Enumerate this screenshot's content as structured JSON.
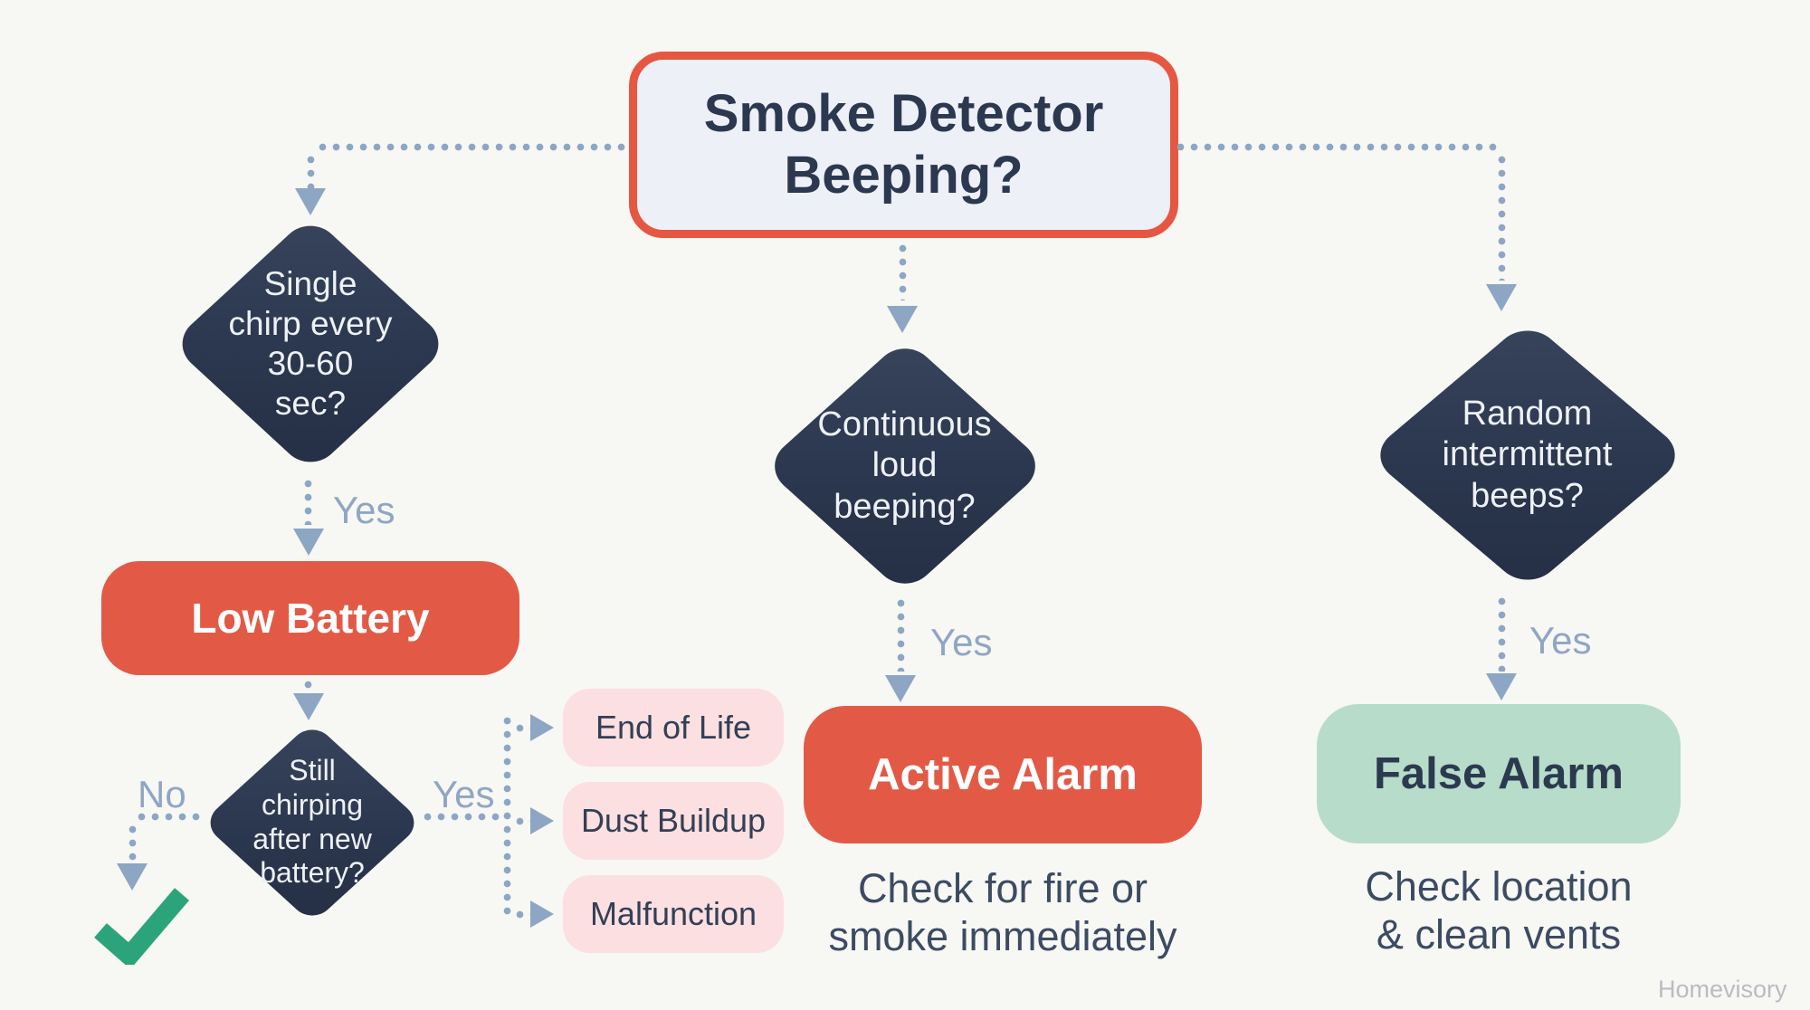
{
  "title": {
    "lines": [
      "Smoke Detector",
      "Beeping?"
    ]
  },
  "left_branch": {
    "question_lines": [
      "Single",
      "chirp every",
      "30-60",
      "sec?"
    ],
    "yes_label": "Yes",
    "result": "Low Battery",
    "followup": {
      "question_lines": [
        "Still",
        "chirping",
        "after new",
        "battery?"
      ],
      "no_label": "No",
      "yes_label": "Yes",
      "causes": [
        "End of Life",
        "Dust Buildup",
        "Malfunction"
      ]
    }
  },
  "middle_branch": {
    "question_lines": [
      "Continuous",
      "loud",
      "beeping?"
    ],
    "yes_label": "Yes",
    "result": "Active Alarm",
    "action_lines": [
      "Check for fire or",
      "smoke immediately"
    ]
  },
  "right_branch": {
    "question_lines": [
      "Random",
      "intermittent",
      "beeps?"
    ],
    "yes_label": "Yes",
    "result": "False Alarm",
    "action_lines": [
      "Check location",
      "& clean vents"
    ]
  },
  "watermark": "Homevisory",
  "colors": {
    "accent_red": "#e25a46",
    "diamond_navy": "#2d394f",
    "connector_blue": "#8ca6c4",
    "cause_pink": "#fbdfe1",
    "false_alarm_green": "#b7dcc9",
    "check_green": "#2ba47b",
    "background": "#f7f7f4"
  }
}
